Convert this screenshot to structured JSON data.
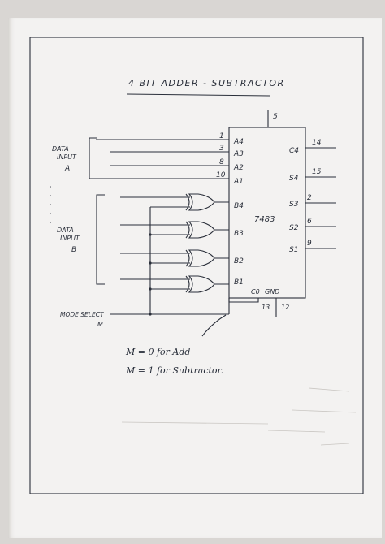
{
  "title": "4 BIT ADDER - SUBTRACTOR",
  "chip": {
    "name": "7483",
    "top_pin": "5",
    "inputs_a": [
      {
        "label": "A4",
        "pin": "1"
      },
      {
        "label": "A3",
        "pin": "3"
      },
      {
        "label": "A2",
        "pin": "8"
      },
      {
        "label": "A1",
        "pin": "10"
      }
    ],
    "inputs_b": [
      {
        "label": "B4"
      },
      {
        "label": "B3"
      },
      {
        "label": "B2"
      },
      {
        "label": "B1"
      }
    ],
    "outputs": [
      {
        "label": "C4",
        "pin": "14"
      },
      {
        "label": "S4",
        "pin": "15"
      },
      {
        "label": "S3",
        "pin": "2"
      },
      {
        "label": "S2",
        "pin": "6"
      },
      {
        "label": "S1",
        "pin": "9"
      }
    ],
    "bottom": [
      {
        "label": "C0",
        "pin": "13"
      },
      {
        "label": "GND",
        "pin": "12"
      }
    ]
  },
  "labels": {
    "data_a": [
      "DATA",
      "INPUT",
      "A"
    ],
    "data_b": [
      "DATA",
      "INPUT",
      "B"
    ],
    "mode": [
      "MODE SELECT",
      "M"
    ]
  },
  "notes": [
    "M = 0   for Add",
    "M = 1   for Subtractor."
  ]
}
